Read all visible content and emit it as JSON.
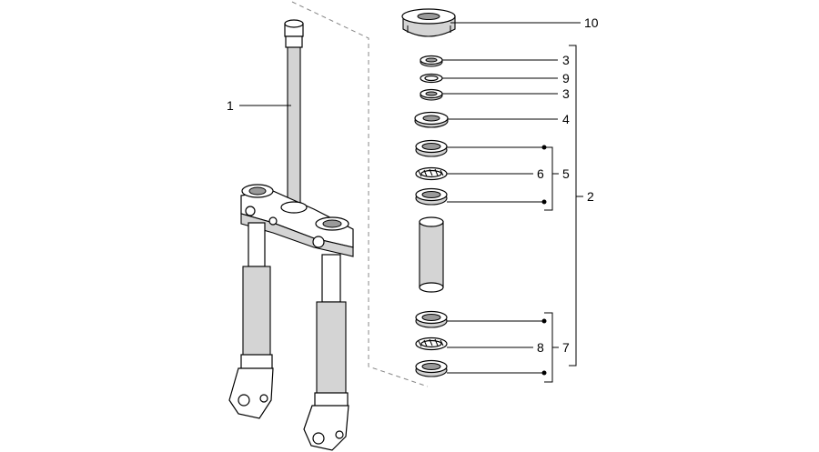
{
  "callouts": {
    "c1": "1",
    "c2": "2",
    "c3a": "3",
    "c9": "9",
    "c3b": "3",
    "c4": "4",
    "c5": "5",
    "c6": "6",
    "c7": "7",
    "c8": "8",
    "c10": "10"
  }
}
